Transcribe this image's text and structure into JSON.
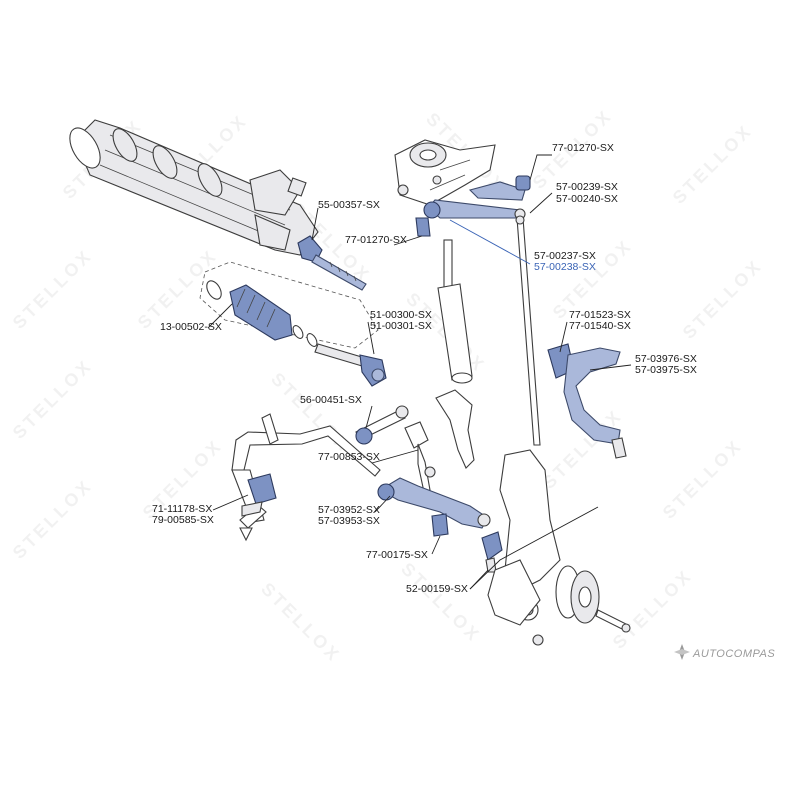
{
  "watermark": {
    "text": "STELLOX"
  },
  "labels": {
    "p_77_01270_top": "77-01270-SX",
    "p_57_00239": "57-00239-SX",
    "p_57_00240": "57-00240-SX",
    "p_55_00357": "55-00357-SX",
    "p_77_01270_mid": "77-01270-SX",
    "p_57_00237": "57-00237-SX",
    "p_57_00238": "57-00238-SX",
    "p_13_00502": "13-00502-SX",
    "p_51_00300": "51-00300-SX",
    "p_51_00301": "51-00301-SX",
    "p_77_01523": "77-01523-SX",
    "p_77_01540": "77-01540-SX",
    "p_57_03976": "57-03976-SX",
    "p_57_03975": "57-03975-SX",
    "p_56_00451": "56-00451-SX",
    "p_77_00853": "77-00853-SX",
    "p_71_11178": "71-11178-SX",
    "p_79_00585": "79-00585-SX",
    "p_57_03952": "57-03952-SX",
    "p_57_03953": "57-03953-SX",
    "p_77_00175": "77-00175-SX",
    "p_52_00159": "52-00159-SX"
  },
  "brand": {
    "text": "AUTOCOMPAS"
  },
  "colors": {
    "highlight": "#3a64b6",
    "part_blue": "#aab8da",
    "part_blue_dark": "#7d92c3",
    "line": "#222222"
  }
}
